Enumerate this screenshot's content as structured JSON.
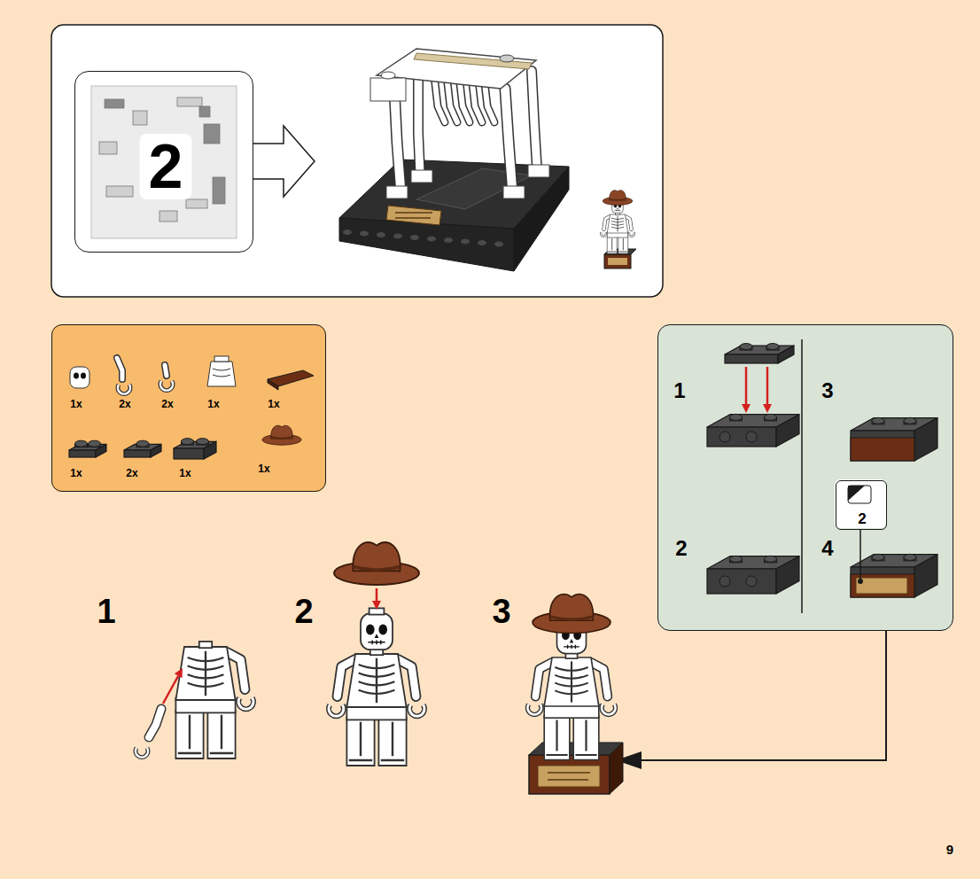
{
  "diagram": {
    "nodes": [
      {
        "text": [
          "2"
        ]
      },
      {
        "text": [
          "1x",
          "2x",
          "2x",
          "1x",
          "1x",
          "1x",
          "2x",
          "1x",
          "1x"
        ]
      },
      {
        "text": [
          "1",
          "3",
          "2",
          "4"
        ]
      },
      {
        "text": [
          "2"
        ],
        "in": 2
      }
    ],
    "labels": [
      "1",
      "2",
      "3",
      "9"
    ]
  }
}
